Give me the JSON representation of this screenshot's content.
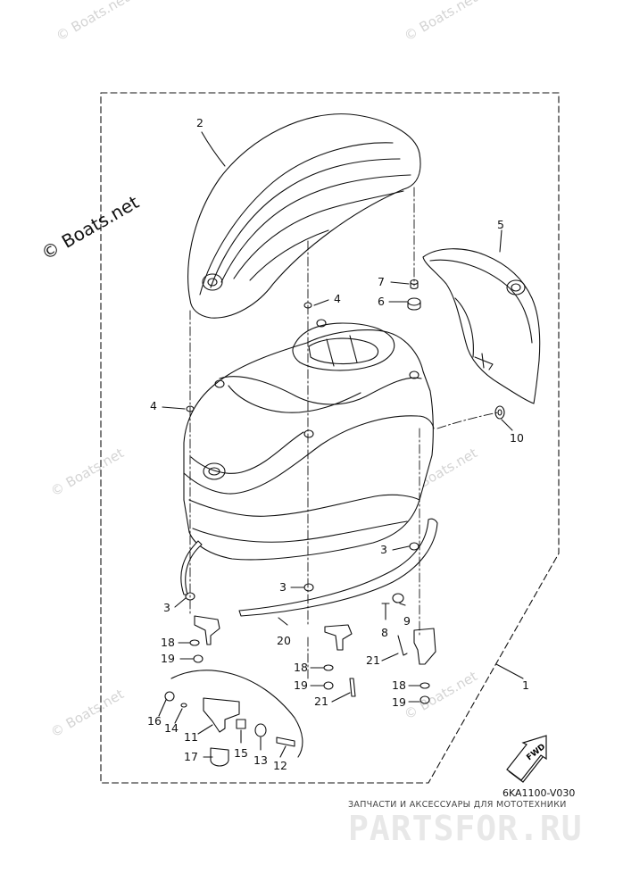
{
  "diagram": {
    "callouts": [
      {
        "id": "c2",
        "text": "2"
      },
      {
        "id": "c5",
        "text": "5"
      },
      {
        "id": "c7",
        "text": "7"
      },
      {
        "id": "c6",
        "text": "6"
      },
      {
        "id": "c4a",
        "text": "4"
      },
      {
        "id": "c4b",
        "text": "4"
      },
      {
        "id": "c10",
        "text": "10"
      },
      {
        "id": "c3a",
        "text": "3"
      },
      {
        "id": "c3b",
        "text": "3"
      },
      {
        "id": "c3c",
        "text": "3"
      },
      {
        "id": "c9",
        "text": "9"
      },
      {
        "id": "c8",
        "text": "8"
      },
      {
        "id": "c20",
        "text": "20"
      },
      {
        "id": "c18a",
        "text": "18"
      },
      {
        "id": "c19a",
        "text": "19"
      },
      {
        "id": "c18b",
        "text": "18"
      },
      {
        "id": "c19b",
        "text": "19"
      },
      {
        "id": "c21a",
        "text": "21"
      },
      {
        "id": "c21b",
        "text": "21"
      },
      {
        "id": "c18c",
        "text": "18"
      },
      {
        "id": "c19c",
        "text": "19"
      },
      {
        "id": "c1",
        "text": "1"
      },
      {
        "id": "c16",
        "text": "16"
      },
      {
        "id": "c14",
        "text": "14"
      },
      {
        "id": "c11",
        "text": "11"
      },
      {
        "id": "c15",
        "text": "15"
      },
      {
        "id": "c13",
        "text": "13"
      },
      {
        "id": "c12",
        "text": "12"
      },
      {
        "id": "c17",
        "text": "17"
      }
    ],
    "fwd_label": "FWD",
    "drawing_code": "6KA1100-V030"
  },
  "watermarks": {
    "text_small": "© Boats.net",
    "text_large": "© Boats.net"
  },
  "footer": {
    "caption": "ЗАПЧАСТИ И АКСЕССУАРЫ ДЛЯ МОТОТЕХНИКИ",
    "logo": "PARTSFOR.RU"
  },
  "colors": {
    "line": "#111111",
    "watermark": "#d4d4d4",
    "logo": "#e8e8e8"
  }
}
